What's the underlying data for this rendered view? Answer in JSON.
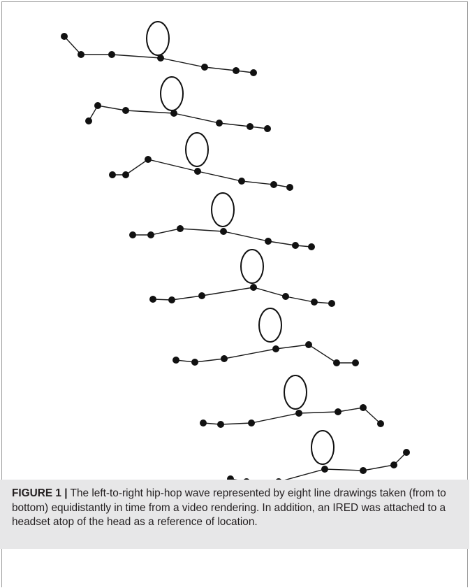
{
  "caption": {
    "label": "FIGURE 1 |",
    "text": " The left-to-right hip-hop wave represented by eight line drawings taken (from to bottom) equidistantly in time from a video rendering. In addition, an IRED was attached to a headset atop of the head as a reference of location."
  },
  "figure": {
    "frame_count": 8,
    "frames": [
      {
        "name": "frame-1"
      },
      {
        "name": "frame-2"
      },
      {
        "name": "frame-3"
      },
      {
        "name": "frame-4"
      },
      {
        "name": "frame-5"
      },
      {
        "name": "frame-6"
      },
      {
        "name": "frame-7"
      },
      {
        "name": "frame-8"
      }
    ]
  }
}
